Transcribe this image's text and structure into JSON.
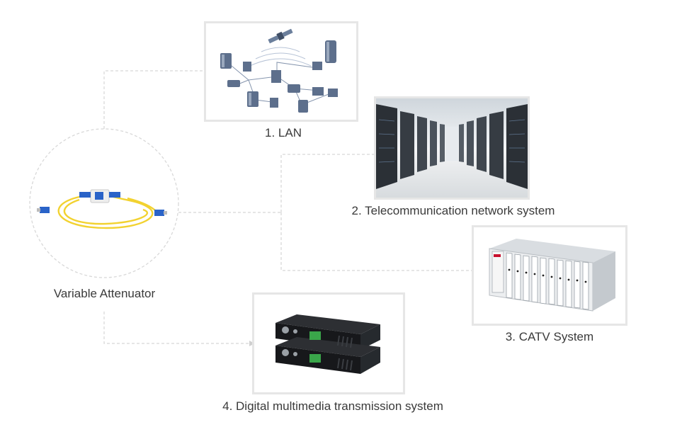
{
  "source": {
    "label": "Variable Attenuator",
    "image": "fiber-optic-attenuator-patch-cord"
  },
  "applications": [
    {
      "label": "1. LAN",
      "image": "lan-network-topology-illustration"
    },
    {
      "label": "2. Telecommunication network system",
      "image": "server-room-racks-photo"
    },
    {
      "label": "3. CATV System",
      "image": "catv-rack-chassis-photo"
    },
    {
      "label": "4. Digital multimedia transmission system",
      "image": "media-converter-boxes-photo"
    }
  ],
  "colors": {
    "connector_line": "#d8d8d8",
    "frame_border": "#e6e6e6",
    "cable": "#f2d230",
    "connector_blue": "#2a63c8"
  }
}
